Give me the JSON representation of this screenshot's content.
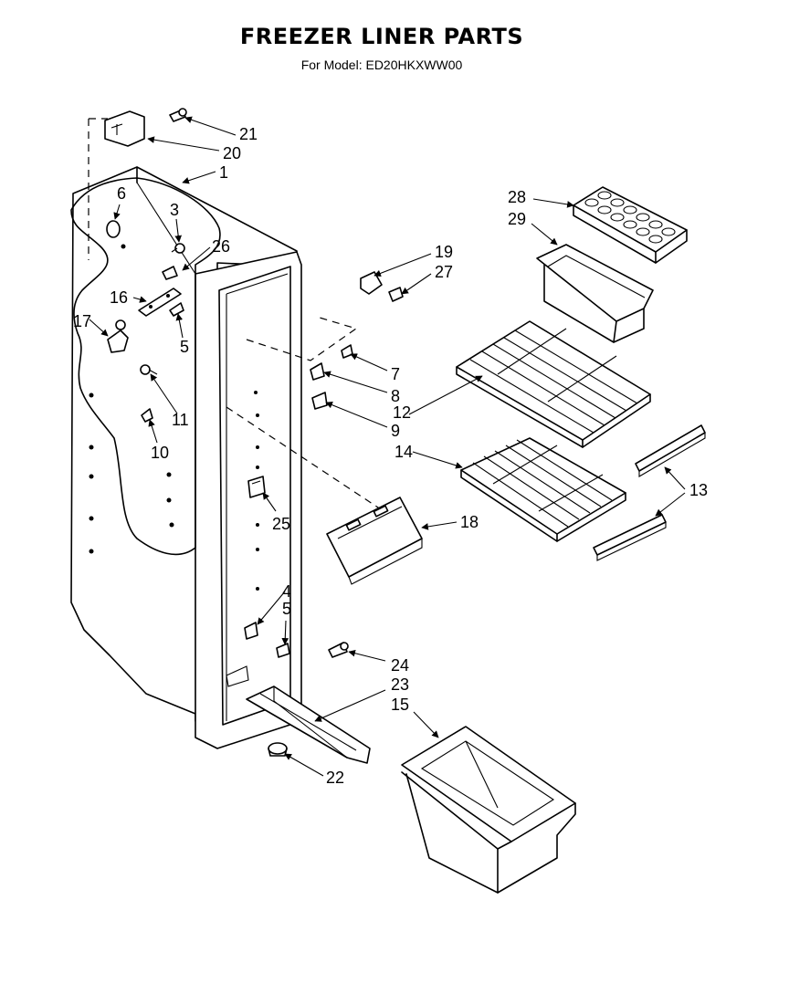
{
  "title": "FREEZER LINER PARTS",
  "subtitle": "For Model: ED20HKXWW00",
  "callouts": {
    "c1": "1",
    "c3": "3",
    "c4": "4",
    "c5a": "5",
    "c5b": "5",
    "c6": "6",
    "c7": "7",
    "c8": "8",
    "c9": "9",
    "c10": "10",
    "c11": "11",
    "c12": "12",
    "c13": "13",
    "c14": "14",
    "c15": "15",
    "c16": "16",
    "c17": "17",
    "c18": "18",
    "c19": "19",
    "c20": "20",
    "c21": "21",
    "c22": "22",
    "c23": "23",
    "c24": "24",
    "c25": "25",
    "c26": "26",
    "c27": "27",
    "c28": "28",
    "c29": "29"
  }
}
